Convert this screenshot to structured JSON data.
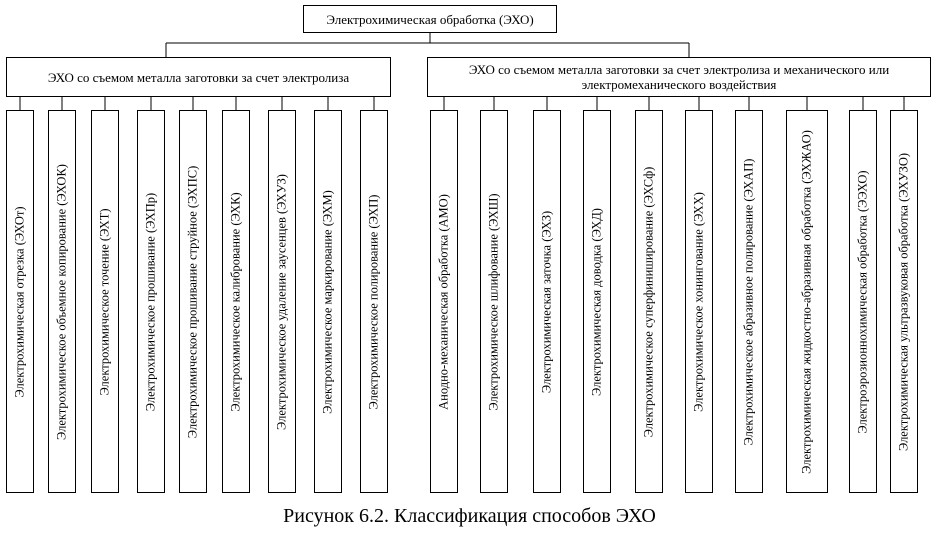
{
  "root": "Электрохимическая обработка (ЭХО)",
  "group_left": "ЭХО со съемом металла заготовки за счет электролиза",
  "group_right": "ЭХО со съемом металла заготовки за счет электролиза и механического или электромеханического воздействия",
  "left_items": [
    "Электрохимическая отрезка (ЭХОт)",
    "Электрохимическое объемное копирование (ЭХОК)",
    "Электрохимическое точение (ЭХТ)",
    "Электрохимическое прошивание (ЭХПр)",
    "Электрохимическое прошивание струйное (ЭХПС)",
    "Электрохимическое калибрование (ЭХК)",
    "Электрохимическое удаление заусенцев (ЭХУЗ)",
    "Электрохимическое маркирование (ЭХМ)",
    "Электрохимическое полирование (ЭХП)"
  ],
  "right_items": [
    "Анодно-механическая обработка (АМО)",
    "Электрохимическое шлифование (ЭХШ)",
    "Электрохимическая заточка (ЭХЗ)",
    "Электрохимическая доводка (ЭХД)",
    "Электрохимическое суперфиниширование (ЭХСф)",
    "Электрохимическое хонингование (ЭХХ)",
    "Электрохимическое абразивное полирование (ЭХАП)",
    "Электрохимическая жидкостно-абразивная обработка (ЭХЖАО)",
    "Электроэрозионнохимическая  обработка (ЭЭХО)",
    "Электрохимическая ультразвуковая обработка (ЭХУЗО)"
  ],
  "caption": "Рисунок 6.2. Классификация способов ЭХО"
}
